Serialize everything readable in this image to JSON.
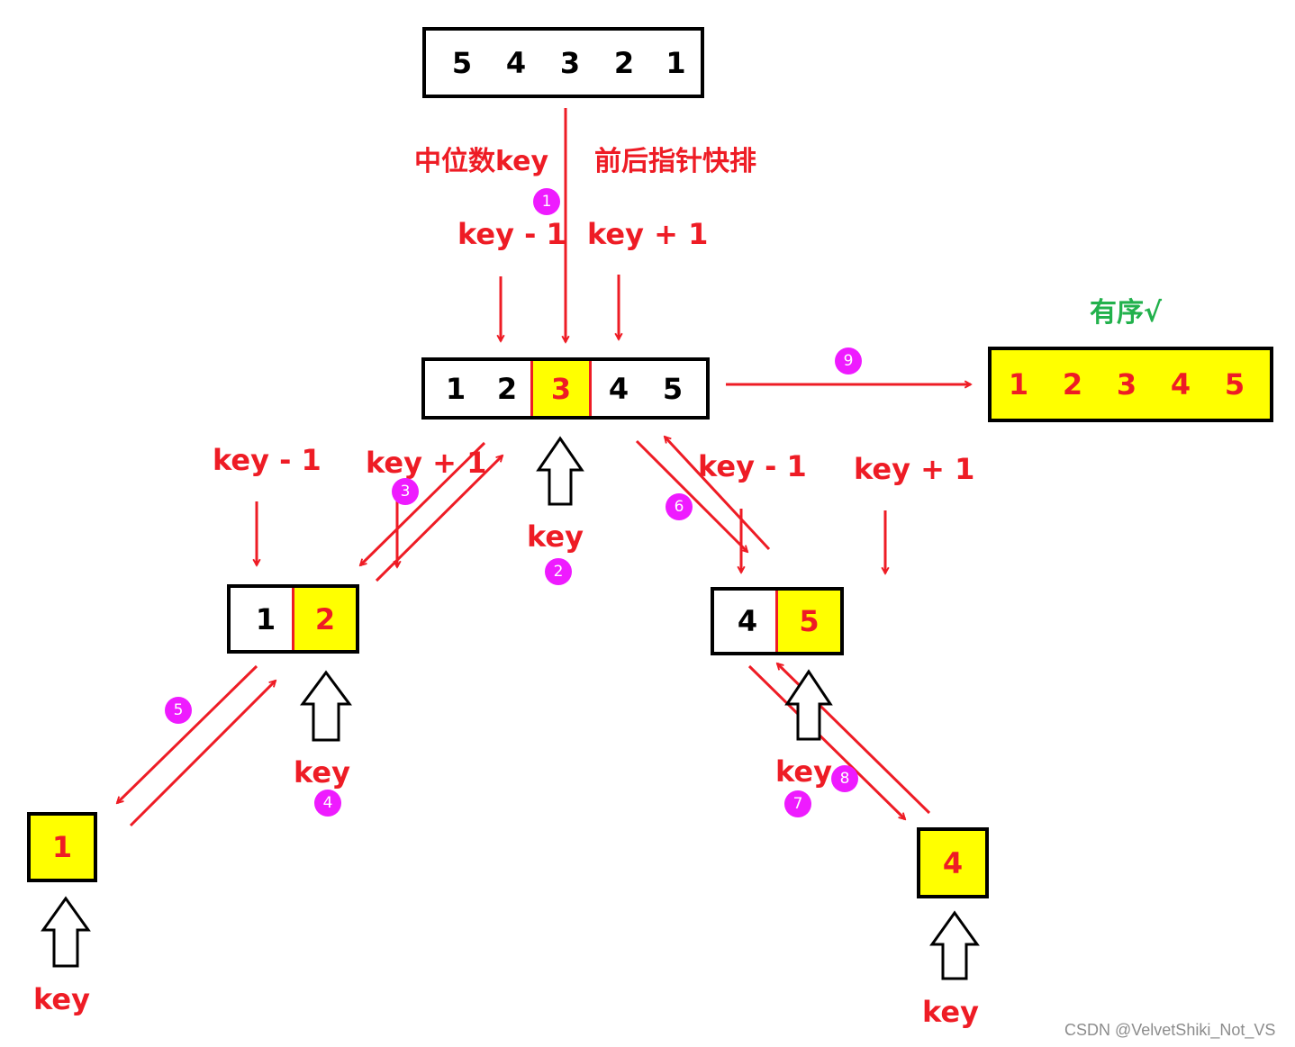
{
  "diagram": {
    "root_array": [
      "5",
      "4",
      "3",
      "2",
      "1"
    ],
    "mid_array": [
      "1",
      "2",
      "3",
      "4",
      "5"
    ],
    "left_pair": [
      "1",
      "2"
    ],
    "right_pair": [
      "4",
      "5"
    ],
    "leaf_left": "1",
    "leaf_right": "4",
    "result_array": [
      "1",
      "2",
      "3",
      "4",
      "5"
    ]
  },
  "labels": {
    "median_key": "中位数key",
    "two_pointer_quicksort": "前后指针快排",
    "key_minus_1": "key - 1",
    "key_plus_1": "key + 1",
    "key": "key",
    "sorted": "有序√"
  },
  "steps": [
    "1",
    "2",
    "3",
    "4",
    "5",
    "6",
    "7",
    "8",
    "9"
  ],
  "watermark": "CSDN @VelvetShiki_Not_VS",
  "colors": {
    "arrow_red": "#ee1c25",
    "highlight_yellow": "#ffff00",
    "step_magenta": "#ee1bff",
    "sorted_green": "#22b14c"
  }
}
